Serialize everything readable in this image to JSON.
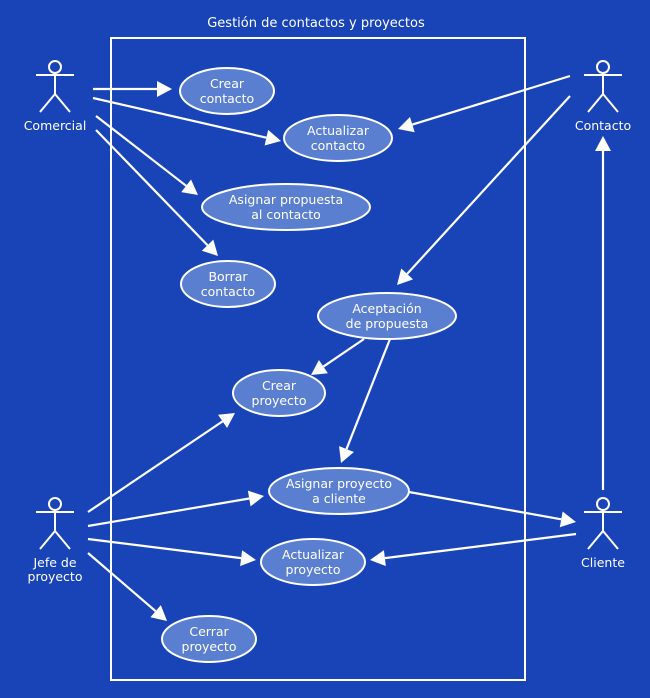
{
  "diagram": {
    "type": "uml-use-case",
    "title": "Gestión de contactos y proyectos",
    "colors": {
      "background": "#1944b8",
      "usecase_fill": "#5b7fd0",
      "stroke": "#ffffff",
      "text": "#ffffff"
    },
    "actors": [
      {
        "id": "comercial",
        "label": [
          "Comercial"
        ]
      },
      {
        "id": "contacto",
        "label": [
          "Contacto"
        ]
      },
      {
        "id": "jefe",
        "label": [
          "Jefe de",
          "proyecto"
        ]
      },
      {
        "id": "cliente",
        "label": [
          "Cliente"
        ]
      }
    ],
    "use_cases": [
      {
        "id": "crear_contacto",
        "label": [
          "Crear",
          "contacto"
        ]
      },
      {
        "id": "actualizar_contacto",
        "label": [
          "Actualizar",
          "contacto"
        ]
      },
      {
        "id": "asignar_propuesta",
        "label": [
          "Asignar propuesta",
          "al contacto"
        ]
      },
      {
        "id": "borrar_contacto",
        "label": [
          "Borrar",
          "contacto"
        ]
      },
      {
        "id": "aceptacion_propuesta",
        "label": [
          "Aceptación",
          "de propuesta"
        ]
      },
      {
        "id": "crear_proyecto",
        "label": [
          "Crear",
          "proyecto"
        ]
      },
      {
        "id": "asignar_proyecto",
        "label": [
          "Asignar proyecto",
          "a cliente"
        ]
      },
      {
        "id": "actualizar_proyecto",
        "label": [
          "Actualizar",
          "proyecto"
        ]
      },
      {
        "id": "cerrar_proyecto",
        "label": [
          "Cerrar",
          "proyecto"
        ]
      }
    ],
    "associations": [
      {
        "from": "comercial",
        "to": "crear_contacto"
      },
      {
        "from": "comercial",
        "to": "actualizar_contacto"
      },
      {
        "from": "comercial",
        "to": "asignar_propuesta"
      },
      {
        "from": "comercial",
        "to": "borrar_contacto"
      },
      {
        "from": "contacto",
        "to": "actualizar_contacto"
      },
      {
        "from": "contacto",
        "to": "aceptacion_propuesta"
      },
      {
        "from": "aceptacion_propuesta",
        "to": "crear_proyecto"
      },
      {
        "from": "aceptacion_propuesta",
        "to": "asignar_proyecto"
      },
      {
        "from": "jefe",
        "to": "crear_proyecto"
      },
      {
        "from": "jefe",
        "to": "asignar_proyecto"
      },
      {
        "from": "jefe",
        "to": "actualizar_proyecto"
      },
      {
        "from": "jefe",
        "to": "cerrar_proyecto"
      },
      {
        "from": "asignar_proyecto",
        "to": "cliente"
      },
      {
        "from": "cliente",
        "to": "actualizar_proyecto"
      },
      {
        "from": "cliente",
        "to": "contacto"
      }
    ]
  }
}
